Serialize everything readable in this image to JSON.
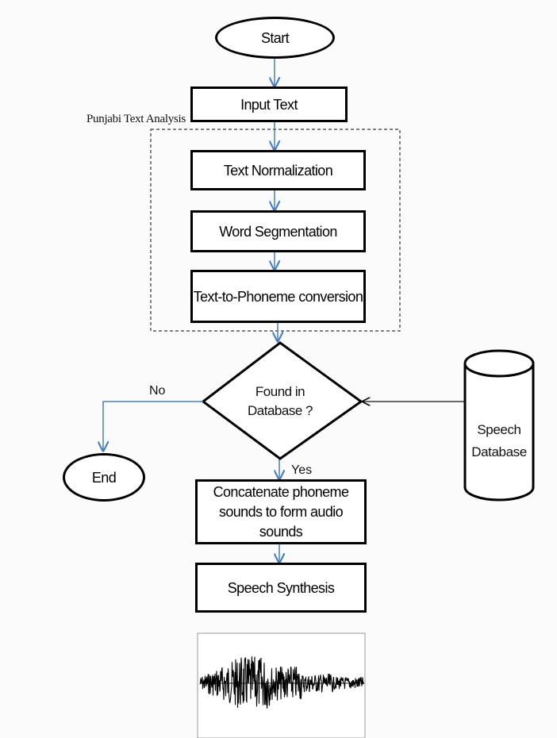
{
  "diagram": {
    "start": "Start",
    "input_text": "Input Text",
    "group_label": "Punjabi Text Analysis",
    "text_normalization": "Text Normalization",
    "word_segmentation": "Word Segmentation",
    "text_to_phoneme": "Text-to-Phoneme conversion",
    "decision": "Found in Database ?",
    "edge_no": "No",
    "edge_yes": "Yes",
    "end": "End",
    "speech_database": "Speech Database",
    "concatenate": "Concatenate phoneme sounds to form audio sounds",
    "speech_synthesis": "Speech Synthesis"
  },
  "colors": {
    "box_border": "#000000",
    "arrow": "#4a7ebb",
    "connector": "#111111",
    "waveform": "#000000"
  }
}
